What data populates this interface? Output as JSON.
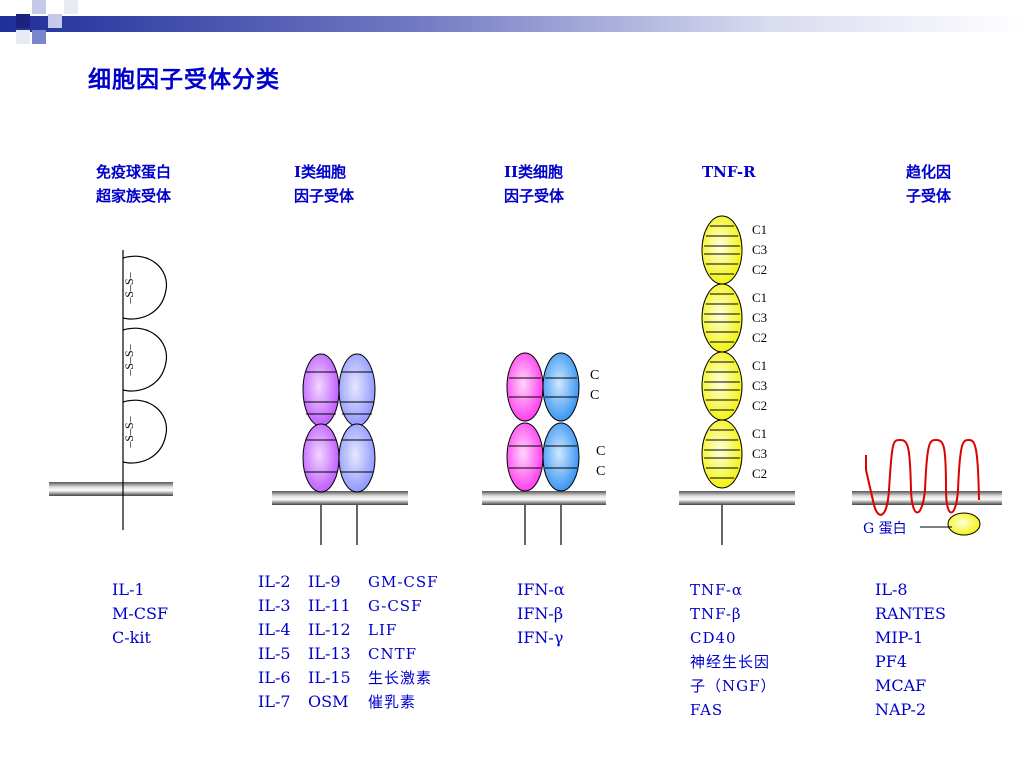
{
  "title": "细胞因子受体分类",
  "headers": [
    {
      "line1": "免疫球蛋白",
      "line2": "超家族受体"
    },
    {
      "line1": "I类细胞",
      "line2": "因子受体"
    },
    {
      "line1": "II类细胞",
      "line2": "因子受体"
    },
    {
      "line1": "TNF-R",
      "line2": ""
    },
    {
      "line1": "趋化因",
      "line2": "子受体"
    }
  ],
  "disulfide_label": "–S–S–",
  "cc_labels": [
    "C",
    "C",
    "C",
    "C"
  ],
  "tnf_domains": [
    [
      "C1",
      "C3",
      "C2"
    ],
    [
      "C1",
      "C3",
      "C2"
    ],
    [
      "C1",
      "C3",
      "C2"
    ],
    [
      "C1",
      "C3",
      "C2"
    ]
  ],
  "g_protein_label": "G 蛋白",
  "lists": {
    "igsf": [
      "IL-1",
      "M-CSF",
      "C-kit"
    ],
    "class1_col1": [
      "IL-2",
      "IL-3",
      "IL-4",
      "IL-5",
      "IL-6",
      "IL-7"
    ],
    "class1_col2": [
      "IL-9",
      "IL-11",
      "IL-12",
      "IL-13",
      "IL-15",
      "OSM"
    ],
    "class1_col3": [
      "GM-CSF",
      "G-CSF",
      "LIF",
      "CNTF",
      "生长激素",
      "催乳素"
    ],
    "class2": [
      "IFN-α",
      "IFN-β",
      "IFN-γ"
    ],
    "tnf": [
      "TNF-α",
      "TNF-β",
      "CD40",
      "神经生长因",
      "子（NGF）",
      "FAS"
    ],
    "chemokine": [
      "IL-8",
      "RANTES",
      "MIP-1",
      "PF4",
      "MCAF",
      "NAP-2"
    ]
  },
  "colors": {
    "text": "#0000cc",
    "magenta": "#ff44ee",
    "lavender": "#9fa6ff",
    "purple": "#cc66ff",
    "blue": "#3f9df5",
    "yellow": "#ffff33",
    "red": "#dd0000"
  }
}
